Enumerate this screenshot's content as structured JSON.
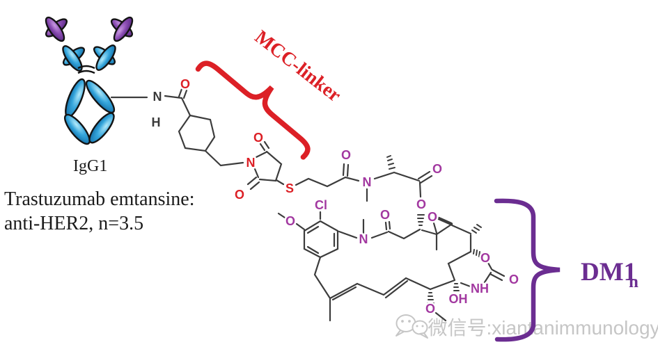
{
  "colors": {
    "red": "#dc2026",
    "dm1_purple": "#6b2d91",
    "atom_purple": "#a238a0",
    "bond": "#3c3c3c",
    "antibody_blue": "#1e8fcb",
    "antibody_purple": "#7a3da8",
    "watermark_gray": "#c6c6c6"
  },
  "antibody": {
    "label": "IgG1"
  },
  "caption": {
    "line1": "Trastuzumab emtansine:",
    "line2": "anti-HER2, n=3.5"
  },
  "annotations": {
    "mcc_linker": "MCC-linker",
    "dm1": "DM1",
    "dm1_subscript": "n"
  },
  "watermark": {
    "text": "微信号:xiantanimmunology"
  },
  "molecule": {
    "atoms": {
      "amide_n": "N",
      "amide_h": "H",
      "amide_o": "O",
      "succinimide_o_top": "O",
      "succinimide_n": "N",
      "succinimide_o_bottom": "O",
      "thioether_s": "S",
      "dm1_amide_o": "O",
      "dm1_amide_n": "N",
      "ester_carbonyl_o": "O",
      "ester_o": "O",
      "aryl_cl": "Cl",
      "aryl_methoxy_o": "O",
      "macrocycle_n": "N",
      "macrocycle_amide_o": "O",
      "epoxide_o": "O",
      "carbamate_ring_o": "O",
      "carbamate_carbonyl_o": "O",
      "carbamate_nh": "NH",
      "hydroxyl_oh": "OH",
      "bottom_methoxy_o": "O"
    }
  }
}
